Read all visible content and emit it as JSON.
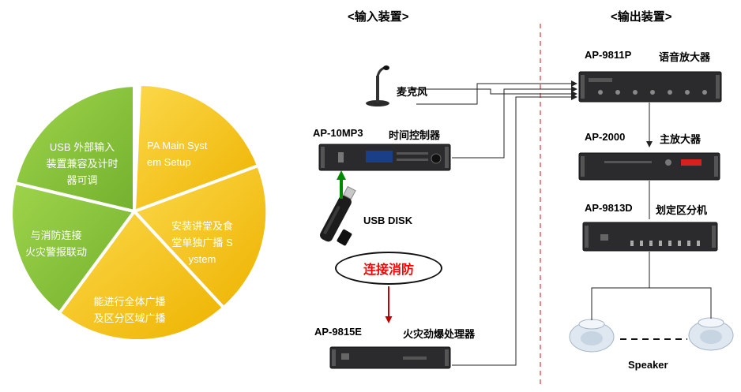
{
  "pie": {
    "segments": [
      {
        "label": "PA Main System Setup",
        "lines": [
          "PA Main Syst",
          "em Setup"
        ],
        "color": "#f7c52a"
      },
      {
        "label": "安装讲堂及食堂单独广播 System",
        "lines": [
          "安装讲堂及食",
          "堂单独广播 S",
          "ystem"
        ],
        "color": "#f7c52a"
      },
      {
        "label": "能进行全体广播及区分区域广播",
        "lines": [
          "能进行全体广播",
          "及区分区域广播"
        ],
        "color": "#f7c52a"
      },
      {
        "label": "与消防连接火灾警报联动",
        "lines": [
          "与消防连接",
          "火灾警报联动"
        ],
        "color": "#8cc63f"
      },
      {
        "label": "USB 外部输入装置兼容及计时器可调",
        "lines": [
          "USB 外部输入",
          "装置兼容及计时",
          "器可调"
        ],
        "color": "#8cc63f"
      }
    ]
  },
  "input_section": {
    "title": "<输入装置>",
    "microphone": "麦克风",
    "timer_model": "AP-10MP3",
    "timer_name": "时间控制器",
    "usb": "USB DISK",
    "fire_link": "连接消防",
    "fire_model": "AP-9815E",
    "fire_name": "火灾劲爆处理器"
  },
  "output_section": {
    "title": "<输出装置>",
    "preamp_model": "AP-9811P",
    "preamp_name": "语音放大器",
    "mainamp_model": "AP-2000",
    "mainamp_name": "主放大器",
    "zone_model": "AP-9813D",
    "zone_name": "划定区分机",
    "speaker": "Speaker"
  },
  "colors": {
    "divider": "#e8888a",
    "usb_arrow": "#008a00",
    "fire_arrow": "#c00000",
    "fire_text": "#ff0000"
  }
}
